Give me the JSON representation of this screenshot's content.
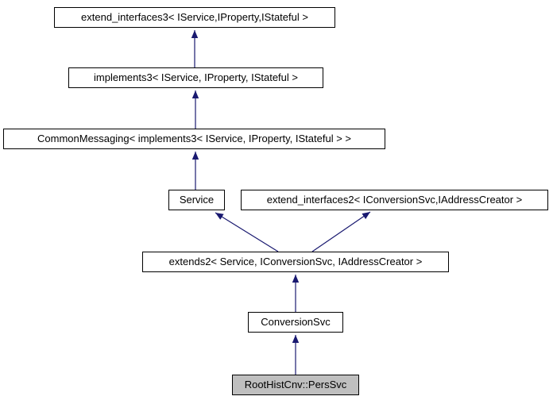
{
  "diagram": {
    "type": "class-inheritance-graph",
    "current_class": "RootHistCnv::PersSvc",
    "colors": {
      "arrow": "#191970",
      "node_border": "#000000",
      "node_fill": "#ffffff",
      "selected_node_fill": "#bfbfbf",
      "text": "#000000",
      "background": "#ffffff"
    },
    "nodes": [
      {
        "id": "extend_interfaces3",
        "label": "extend_interfaces3< IService,IProperty,IStateful >",
        "selected": false
      },
      {
        "id": "implements3",
        "label": "implements3< IService, IProperty, IStateful >",
        "selected": false
      },
      {
        "id": "CommonMessaging",
        "label": "CommonMessaging< implements3< IService, IProperty, IStateful > >",
        "selected": false
      },
      {
        "id": "Service",
        "label": "Service",
        "selected": false
      },
      {
        "id": "extend_interfaces2",
        "label": "extend_interfaces2< IConversionSvc,IAddressCreator >",
        "selected": false
      },
      {
        "id": "extends2",
        "label": "extends2< Service, IConversionSvc, IAddressCreator >",
        "selected": false
      },
      {
        "id": "ConversionSvc",
        "label": "ConversionSvc",
        "selected": false
      },
      {
        "id": "RootHistCnv::PersSvc",
        "label": "RootHistCnv::PersSvc",
        "selected": true
      }
    ],
    "edges": [
      {
        "from": "implements3",
        "to": "extend_interfaces3"
      },
      {
        "from": "CommonMessaging",
        "to": "implements3"
      },
      {
        "from": "Service",
        "to": "CommonMessaging"
      },
      {
        "from": "extends2",
        "to": "Service"
      },
      {
        "from": "extends2",
        "to": "extend_interfaces2"
      },
      {
        "from": "ConversionSvc",
        "to": "extends2"
      },
      {
        "from": "RootHistCnv::PersSvc",
        "to": "ConversionSvc"
      }
    ]
  }
}
